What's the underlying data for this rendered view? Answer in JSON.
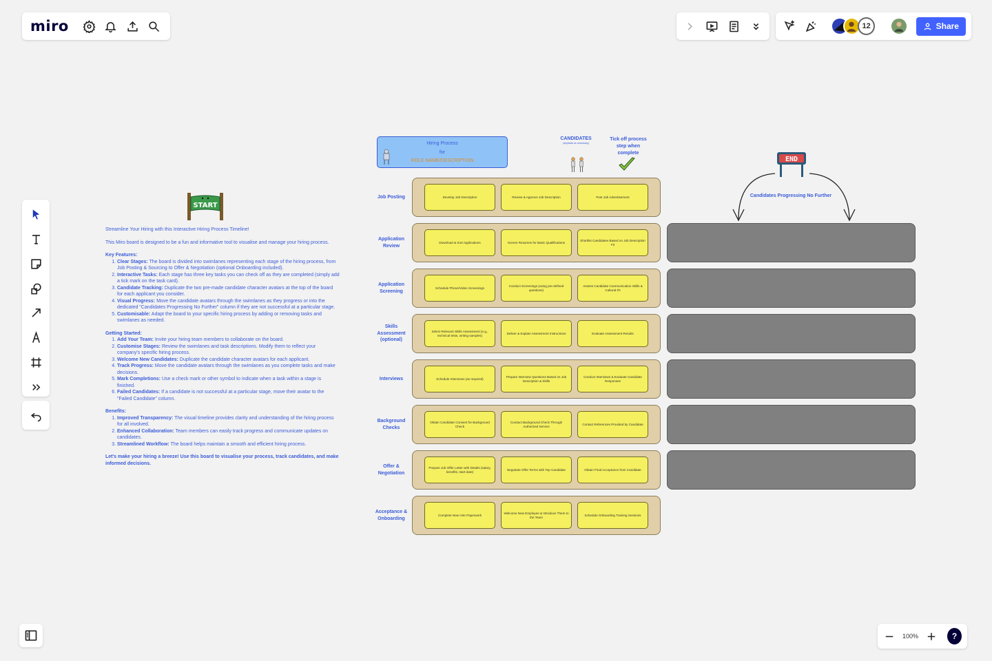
{
  "app": {
    "logo": "miro",
    "avatar_count": "12",
    "share_label": "Share",
    "zoom_level": "100%",
    "help_label": "?"
  },
  "toolbar": {
    "top_left_icons": [
      "settings-icon",
      "bell-icon",
      "upload-icon",
      "search-icon"
    ],
    "top_mid_icons": [
      "chevron-right-icon",
      "presentation-icon",
      "notes-icon",
      "chevron-double-down-icon"
    ],
    "top_right_icons": [
      "cursor-hide-icon",
      "celebrate-icon"
    ],
    "left_tools": [
      "select-tool-icon",
      "text-tool-icon",
      "sticky-note-icon",
      "shapes-icon",
      "arrow-tool-icon",
      "pen-tool-icon",
      "frame-tool-icon",
      "more-tools-icon"
    ]
  },
  "intro": {
    "start_sign": "START",
    "heading": "Streamline Your Hiring with this Interactive Hiring Process Timeline!",
    "description": "This Miro board is designed to be a fun and informative tool to visualise and manage your hiring process.",
    "key_features_title": "Key Features:",
    "key_features": [
      {
        "b": "Clear Stages:",
        "t": " The board is divided into swimlanes representing each stage of the hiring process, from Job Posting & Sourcing to Offer & Negotiation (optional Onboarding included)."
      },
      {
        "b": "Interactive Tasks:",
        "t": "  Each stage has three key tasks you can check off as they are completed (simply add a tick mark on the task card)."
      },
      {
        "b": "Candidate Tracking:",
        "t": "  Duplicate the two pre-made candidate character avatars at the top of the board for each applicant you consider."
      },
      {
        "b": "Visual Progress:",
        "t": "  Move the candidate avatars through the swimlanes as they progress or into the dedicated \"Candidates Progressing No Further\" column if they are not successful at a particular stage."
      },
      {
        "b": "Customisable:",
        "t": "  Adapt the board to your specific hiring process by adding or removing tasks and swimlanes as needed."
      }
    ],
    "getting_started_title": "Getting Started:",
    "getting_started": [
      {
        "b": "Add Your Team:",
        "t": "  Invite your hiring team members to collaborate on the board."
      },
      {
        "b": "Customise Stages:",
        "t": "  Review the swimlanes and task descriptions. Modify them to reflect your company's specific hiring process."
      },
      {
        "b": "Welcome New Candidates:",
        "t": "  Duplicate the candidate character avatars for each applicant."
      },
      {
        "b": "Track Progress:",
        "t": "  Move the candidate avatars through the swimlanes as you complete tasks and make decisions."
      },
      {
        "b": "Mark Completions:",
        "t": "  Use a check mark or other symbol to indicate when a task within a stage is finished."
      },
      {
        "b": "Failed Candidates:",
        "t": "  If a candidate is not successful at a particular stage, move their avatar to the \"Failed Candidate\" column."
      }
    ],
    "benefits_title": "Benefits:",
    "benefits": [
      {
        "b": "Improved Transparency:",
        "t": "  The visual timeline provides clarity and understanding of the hiring process for all involved."
      },
      {
        "b": "Enhanced Collaboration:",
        "t": "  Team members can easily track progress and communicate updates on candidates."
      },
      {
        "b": "Streamlined Workflow:",
        "t": "  The board helps maintain a smooth and efficient hiring process."
      }
    ],
    "closing": "Let's make your hiring a breeze!  Use this board to visualise your process, track candidates, and make informed decisions."
  },
  "board": {
    "title_line1": "Hiring Process",
    "title_line2": "for",
    "title_role": "ROLE NAME/DESCRIPTION",
    "candidates_label": "CANDIDATES",
    "candidates_sub": "(duplicate as necessary)",
    "tick_label": "Tick off process step when complete",
    "end_sign": "END",
    "progress_label": "Candidates Progressing No Further",
    "lanes": [
      {
        "label": "Job Posting",
        "tasks": [
          "Develop Job Description",
          "Review & Approve Job Description",
          "Post Job Advertisement"
        ]
      },
      {
        "label": "Application Review",
        "tasks": [
          "Download & Sort Applications",
          "Screen Resumes for Basic Qualifications",
          "Shortlist Candidates Based on Job Description Fit"
        ]
      },
      {
        "label": "Application Screening",
        "tasks": [
          "Schedule Phone/Video Screenings",
          "Conduct Screenings (using pre-defined questions)",
          "Assess Candidate Communication Skills & Cultural Fit"
        ]
      },
      {
        "label": "Skills Assessment (optional)",
        "tasks": [
          "Select Relevant Skills Assessment (e.g., technical tests, writing samples)",
          "Deliver & Explain Assessment Instructions",
          "Evaluate Assessment Results"
        ]
      },
      {
        "label": "Interviews",
        "tasks": [
          "Schedule Interviews (as required)",
          "Prepare Interview Questions Based on Job Description & Skills",
          "Conduct Interviews & Evaluate Candidate Responses"
        ]
      },
      {
        "label": "Background Checks",
        "tasks": [
          "Obtain Candidate Consent for Background Check",
          "Conduct Background Check Through Authorized Service",
          "Contact References Provided by Candidate"
        ]
      },
      {
        "label": "Offer & Negotiation",
        "tasks": [
          "Prepare Job Offer Letter with Details (salary, benefits, start date)",
          "Negotiate Offer Terms with Top Candidate",
          "Obtain Final Acceptance from Candidate"
        ]
      },
      {
        "label": "Acceptance & Onboarding",
        "tasks": [
          "Complete New Hire Paperwork",
          "Welcome New Employee & Introduce Them to the Team",
          "Schedule Onboarding Training Sessions"
        ]
      }
    ]
  }
}
